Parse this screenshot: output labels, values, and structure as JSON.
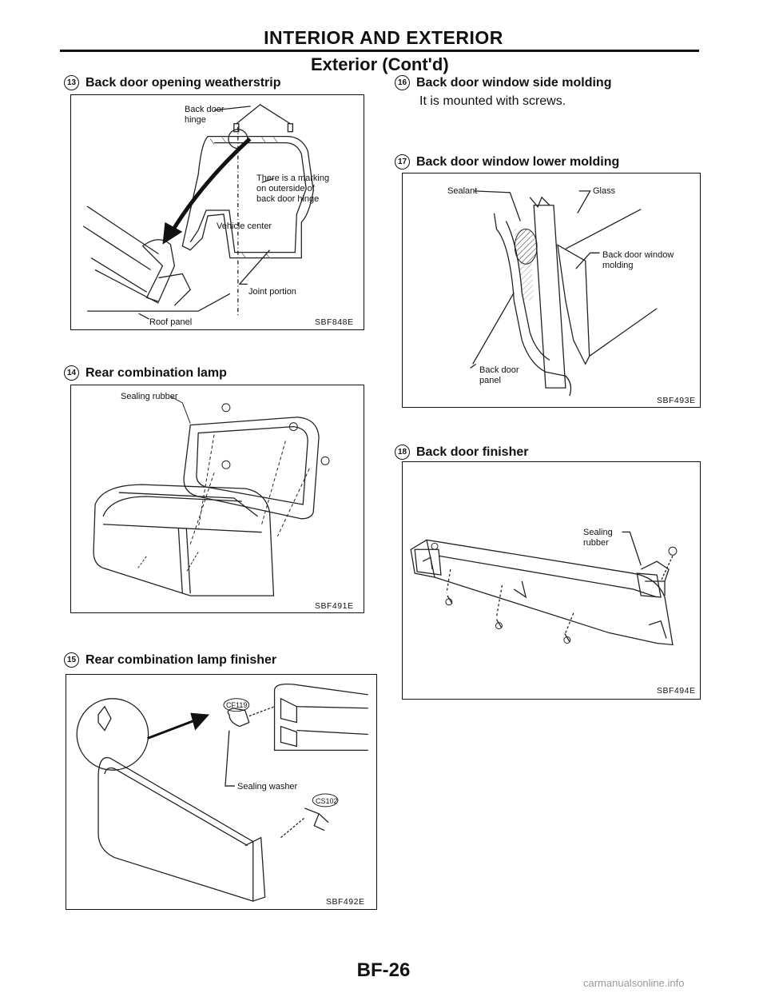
{
  "header": {
    "title": "INTERIOR AND EXTERIOR",
    "subtitle": "Exterior (Cont'd)"
  },
  "sections": [
    {
      "num": "13",
      "title": "Back door opening weatherstrip"
    },
    {
      "num": "14",
      "title": "Rear combination lamp"
    },
    {
      "num": "15",
      "title": "Rear combination lamp finisher"
    },
    {
      "num": "16",
      "title": "Back door window side molding",
      "description": "It is mounted with screws."
    },
    {
      "num": "17",
      "title": "Back door window lower molding"
    },
    {
      "num": "18",
      "title": "Back door finisher"
    }
  ],
  "figures": {
    "fig13": {
      "code": "SBF848E",
      "labels": {
        "hinge": "Back door\nhinge",
        "marking": "There is a marking\non outerside of\nback door hinge",
        "center": "Vehicle center",
        "joint": "Joint portion",
        "roof": "Roof panel"
      }
    },
    "fig14": {
      "code": "SBF491E",
      "labels": {
        "sealing": "Sealing rubber"
      }
    },
    "fig15": {
      "code": "SBF492E",
      "labels": {
        "clip1": "CF119",
        "washer": "Sealing washer",
        "clip2": "CS102"
      }
    },
    "fig17": {
      "code": "SBF493E",
      "labels": {
        "sealant": "Sealant",
        "glass": "Glass",
        "molding": "Back door window\nmolding",
        "panel": "Back door\npanel"
      }
    },
    "fig18": {
      "code": "SBF494E",
      "labels": {
        "sealing": "Sealing\nrubber"
      }
    }
  },
  "footer": {
    "page": "BF-26",
    "watermark": "carmanualsonline.info"
  }
}
